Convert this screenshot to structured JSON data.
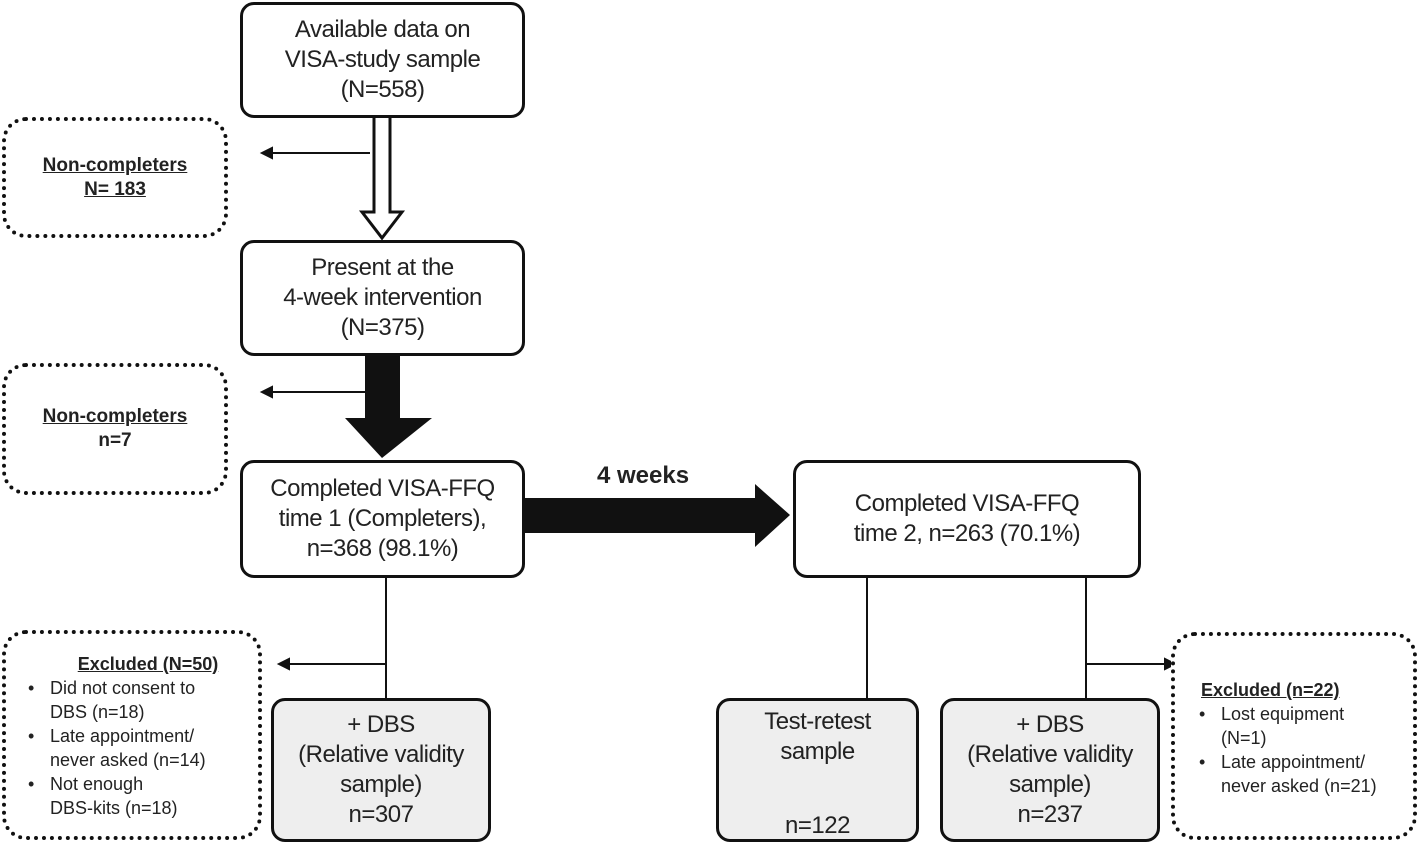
{
  "boxes": {
    "available": {
      "line1": "Available data on",
      "line2": "VISA-study sample",
      "line3": "(N=558)"
    },
    "present": {
      "line1": "Present at the",
      "line2": "4-week intervention",
      "line3": "(N=375)"
    },
    "completed1": {
      "line1": "Completed VISA-FFQ",
      "line2": "time 1 (Completers),",
      "line3": "n=368 (98.1%)"
    },
    "completed2": {
      "line1": "Completed VISA-FFQ",
      "line2": "time 2, n=263 (70.1%)"
    },
    "dbs1": {
      "line1": "+ DBS",
      "line2": "(Relative validity",
      "line3": "sample)",
      "line4": "n=307"
    },
    "testretest": {
      "line1": "Test-retest",
      "line2": "sample",
      "line3": "n=122"
    },
    "dbs2": {
      "line1": "+ DBS",
      "line2": "(Relative validity",
      "line3": "sample)",
      "line4": "n=237"
    }
  },
  "arrow_label": "4 weeks",
  "noncompleters1": {
    "title": "Non-completers",
    "count": "N= 183"
  },
  "noncompleters2": {
    "title": "Non-completers",
    "count": "n=7"
  },
  "excluded1": {
    "title": "Excluded (N=50)",
    "items": [
      {
        "line1": "Did not consent to",
        "line2": "DBS (n=18)"
      },
      {
        "line1": "Late appointment/",
        "line2": "never asked (n=14)"
      },
      {
        "line1": "Not enough",
        "line2": "DBS-kits (n=18)"
      }
    ]
  },
  "excluded2": {
    "title": "Excluded (n=22)",
    "items": [
      {
        "line1": "Lost equipment",
        "line2": "(N=1)"
      },
      {
        "line1": "Late appointment/",
        "line2": "never asked (n=21)"
      }
    ]
  }
}
